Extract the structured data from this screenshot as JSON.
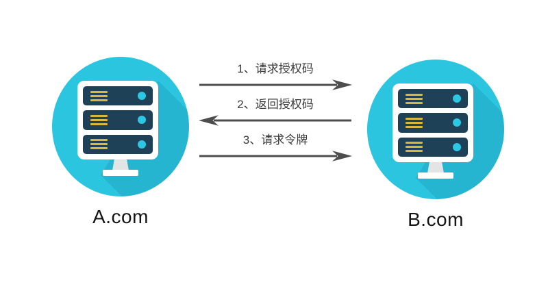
{
  "canvas": {
    "background": "#ffffff"
  },
  "nodes": {
    "left": {
      "label": "A.com",
      "icon": "server-rack"
    },
    "right": {
      "label": "B.com",
      "icon": "server-rack"
    }
  },
  "messages": [
    {
      "label": "1、请求授权码",
      "direction": "right"
    },
    {
      "label": "2、返回授权码",
      "direction": "left"
    },
    {
      "label": "3、请求令牌",
      "direction": "right"
    }
  ],
  "colors": {
    "background": "#ffffff",
    "circle": "#2BC5E0",
    "circle-shadow": "rgba(0,45,65,0.10)",
    "server-navy": "#1E4158",
    "line-gold": "#D8B83F",
    "dot-cyan": "#2BC8E4",
    "stand-gray": "#E3E4E6",
    "arrow-gray": "#4D4D4D",
    "message-text": "#3A3A3A",
    "node-text": "#141414"
  }
}
